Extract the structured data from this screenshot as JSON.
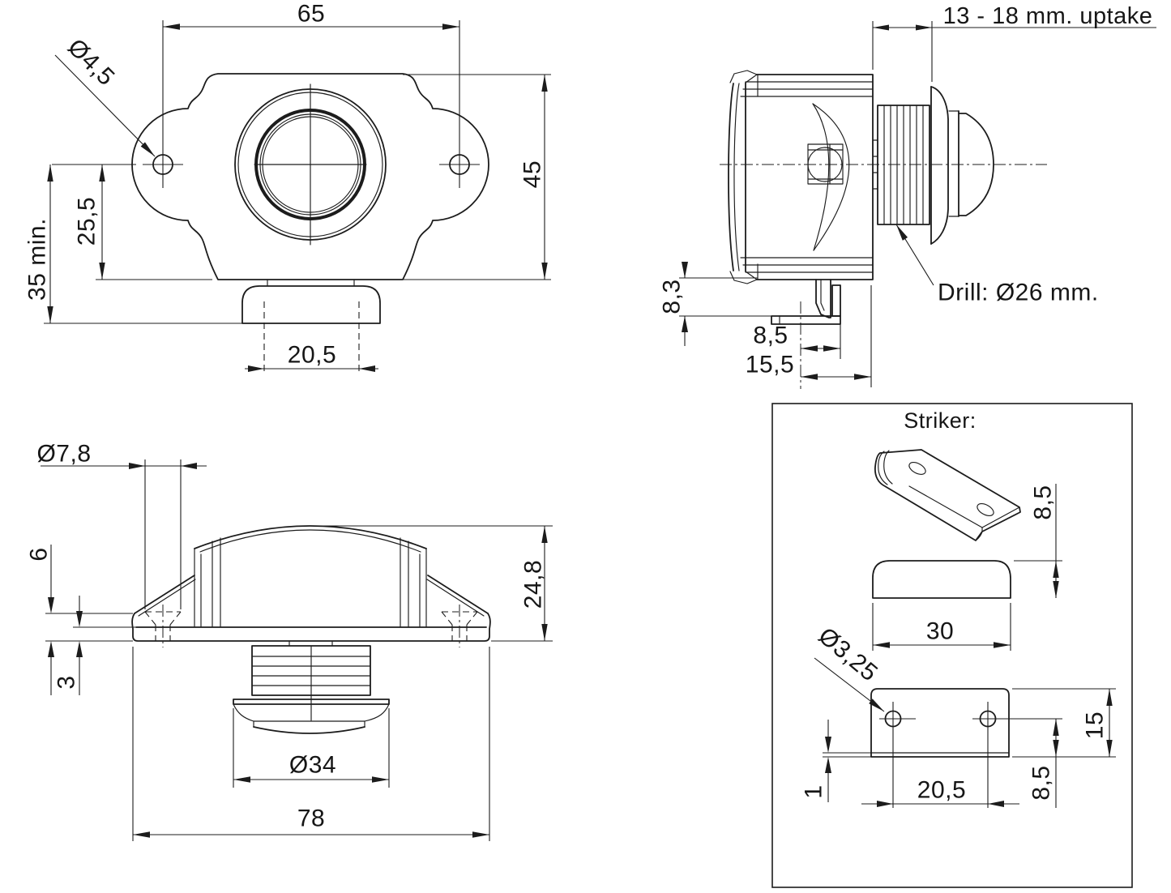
{
  "drawing_title": "Push-button latch technical drawing",
  "colors": {
    "line": "#1c1c1c",
    "background": "#ffffff"
  },
  "front_view": {
    "dim_width_holes": "65",
    "dim_height": "45",
    "dim_hole_drop": "25,5",
    "dim_min_clearance": "35 min.",
    "dim_neck": "20,5",
    "label_hole_dia": "Ø4,5"
  },
  "side_view": {
    "label_uptake": "13 - 18 mm. uptake",
    "label_drill": "Drill: Ø26 mm.",
    "dim_hook_drop": "8,3",
    "dim_hook_offset": "8,5",
    "dim_foot_offset": "15,5"
  },
  "bottom_view": {
    "label_countersink_dia": "Ø7,8",
    "dim_wing_height": "6",
    "dim_plate_thickness": "3",
    "dim_total_height": "24,8",
    "label_collar_dia": "Ø34",
    "dim_total_width": "78"
  },
  "striker_box": {
    "title": "Striker:",
    "dim_side_height": "8,5",
    "dim_length": "30",
    "label_hole_dia": "Ø3,25",
    "dim_lip": "1",
    "dim_hole_spacing": "20,5",
    "dim_hole_edge": "8,5",
    "dim_plate_width": "15"
  }
}
